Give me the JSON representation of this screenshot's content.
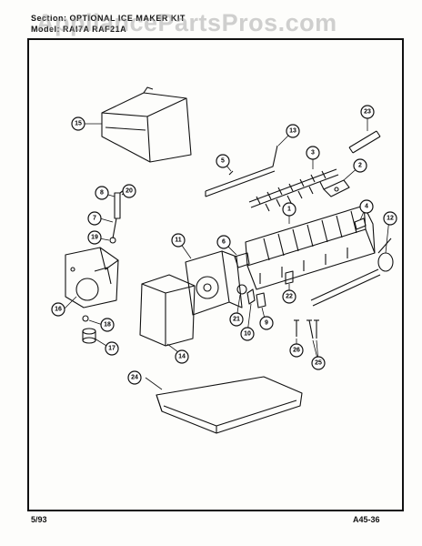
{
  "header": {
    "section_label": "Section:",
    "section_title": "OPTIONAL ICE MAKER KIT",
    "model_line": "Model: RAI7A RAF21A"
  },
  "watermark": "AppliancePartsPros.com",
  "footer": {
    "date": "5/93",
    "page_code": "A45-36"
  },
  "callouts": [
    "1",
    "2",
    "3",
    "4",
    "5",
    "6",
    "7",
    "8",
    "9",
    "10",
    "11",
    "12",
    "13",
    "14",
    "15",
    "16",
    "17",
    "18",
    "19",
    "20",
    "21",
    "22",
    "23",
    "24",
    "25",
    "26"
  ]
}
